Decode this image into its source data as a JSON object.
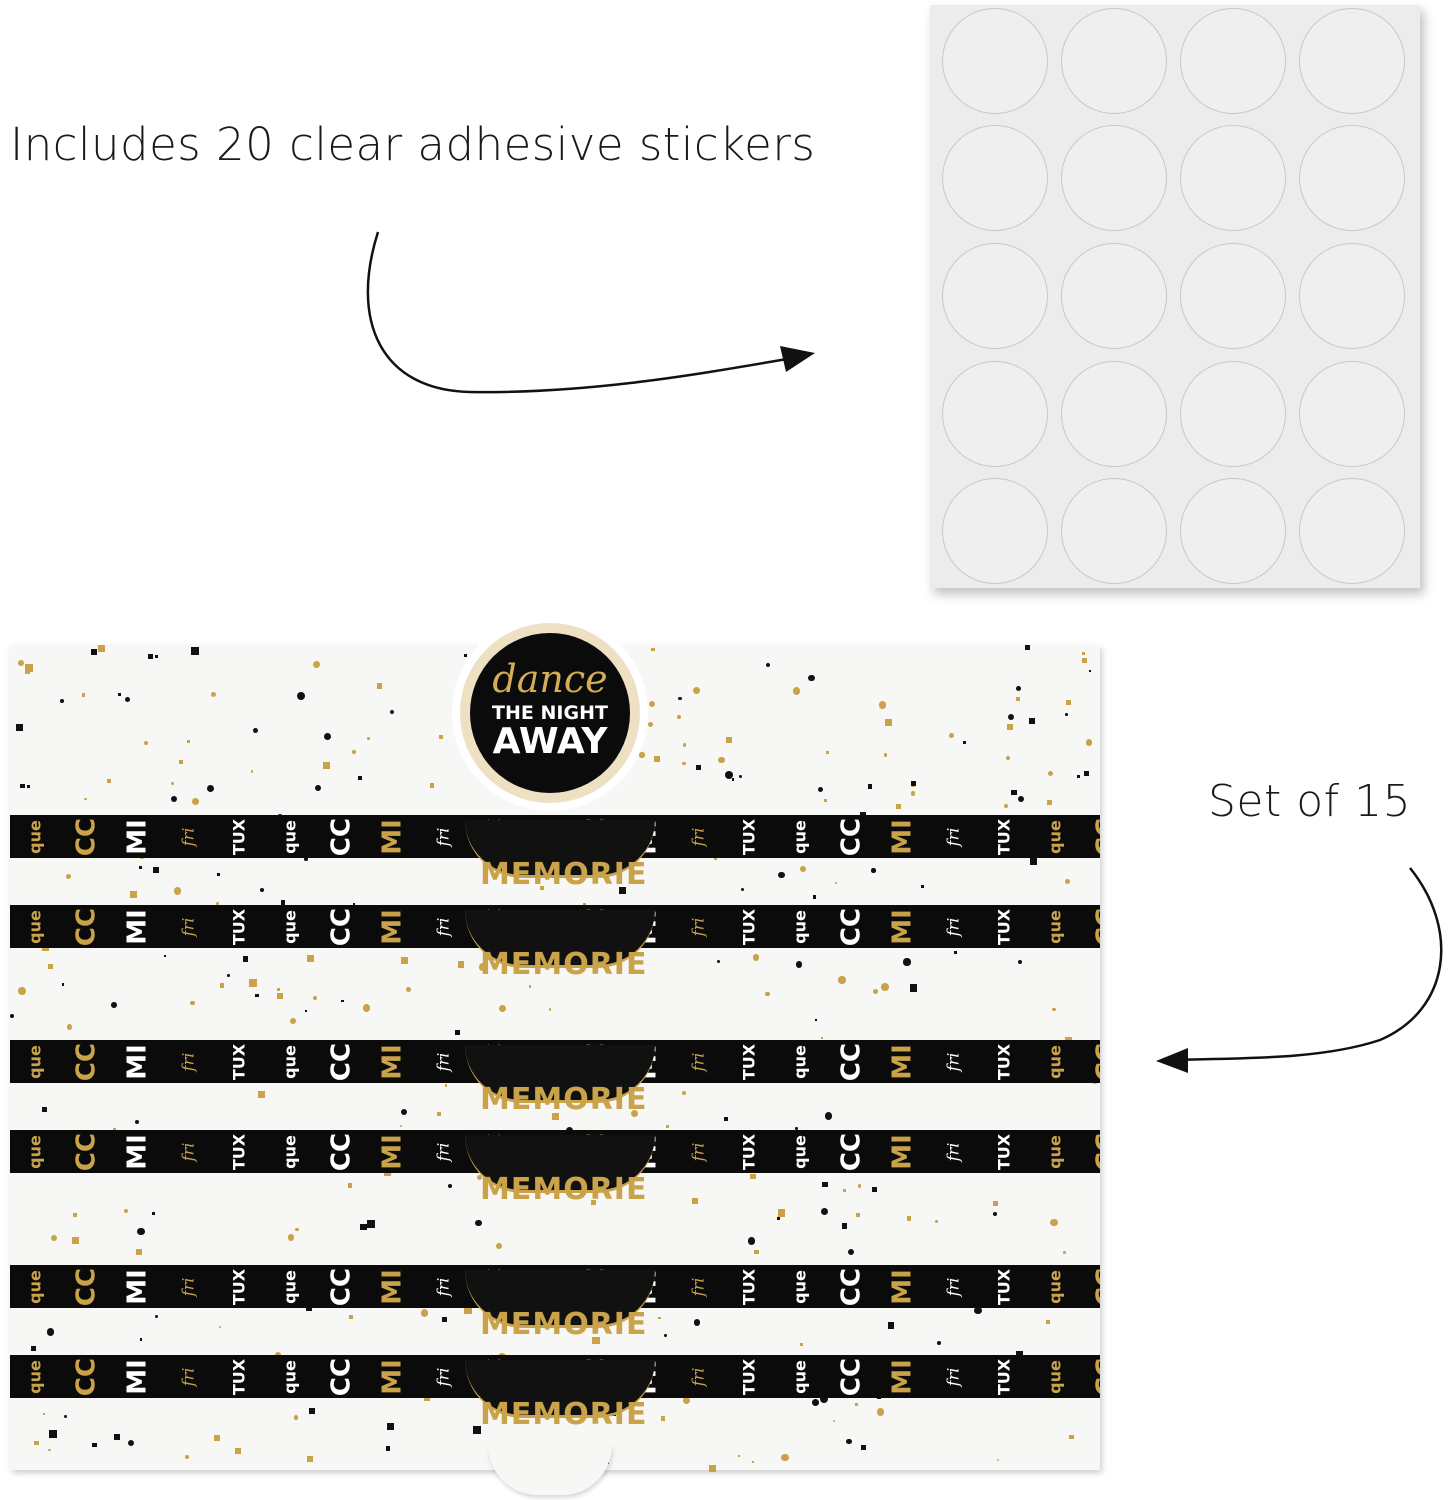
{
  "captions": {
    "stickers": "Includes 20 clear adhesive stickers",
    "set": "Set of 15"
  },
  "sticker_sheet": {
    "rows": 5,
    "columns": 4,
    "count": 20
  },
  "wrap": {
    "badge": {
      "script": "dance",
      "line1": "THE NIGHT",
      "line2": "AWAY"
    },
    "band_text": "MEMORIE",
    "band_words": [
      {
        "t": "que",
        "c": "gold",
        "s": false
      },
      {
        "t": "CC",
        "c": "gold",
        "s": false
      },
      {
        "t": "MI",
        "c": "white",
        "s": false
      },
      {
        "t": "fri",
        "c": "gold",
        "s": true
      },
      {
        "t": "TUX",
        "c": "white",
        "s": false
      },
      {
        "t": "que",
        "c": "white",
        "s": false
      },
      {
        "t": "CC",
        "c": "white",
        "s": false
      },
      {
        "t": "MI",
        "c": "gold",
        "s": false
      },
      {
        "t": "fri",
        "c": "white",
        "s": true
      },
      {
        "t": "TUX",
        "c": "white",
        "s": false
      }
    ]
  },
  "colors": {
    "gold": "#c9a24a",
    "black": "#0b0b0b",
    "sheet": "#ececec"
  }
}
